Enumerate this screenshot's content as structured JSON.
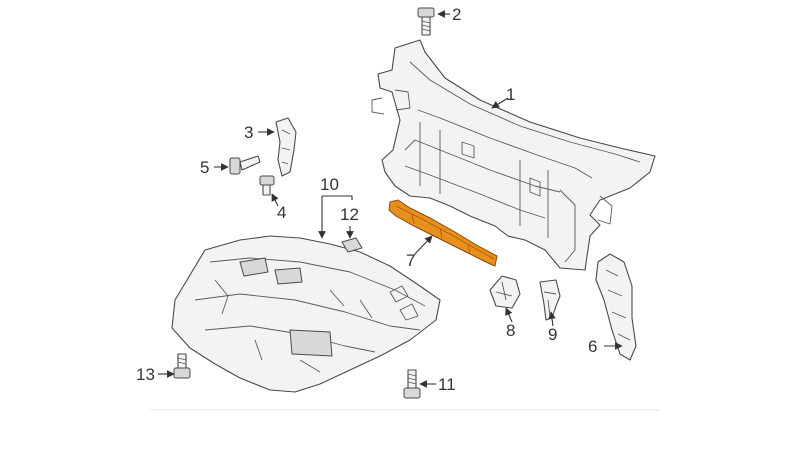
{
  "callouts": {
    "c1": "1",
    "c2": "2",
    "c3": "3",
    "c4": "4",
    "c5": "5",
    "c6": "6",
    "c7": "7",
    "c8": "8",
    "c9": "9",
    "c10": "10",
    "c11": "11",
    "c12": "12",
    "c13": "13"
  },
  "colors": {
    "highlight_part": "#e8901e",
    "line_art": "#4a4a4a",
    "background": "#ffffff"
  }
}
